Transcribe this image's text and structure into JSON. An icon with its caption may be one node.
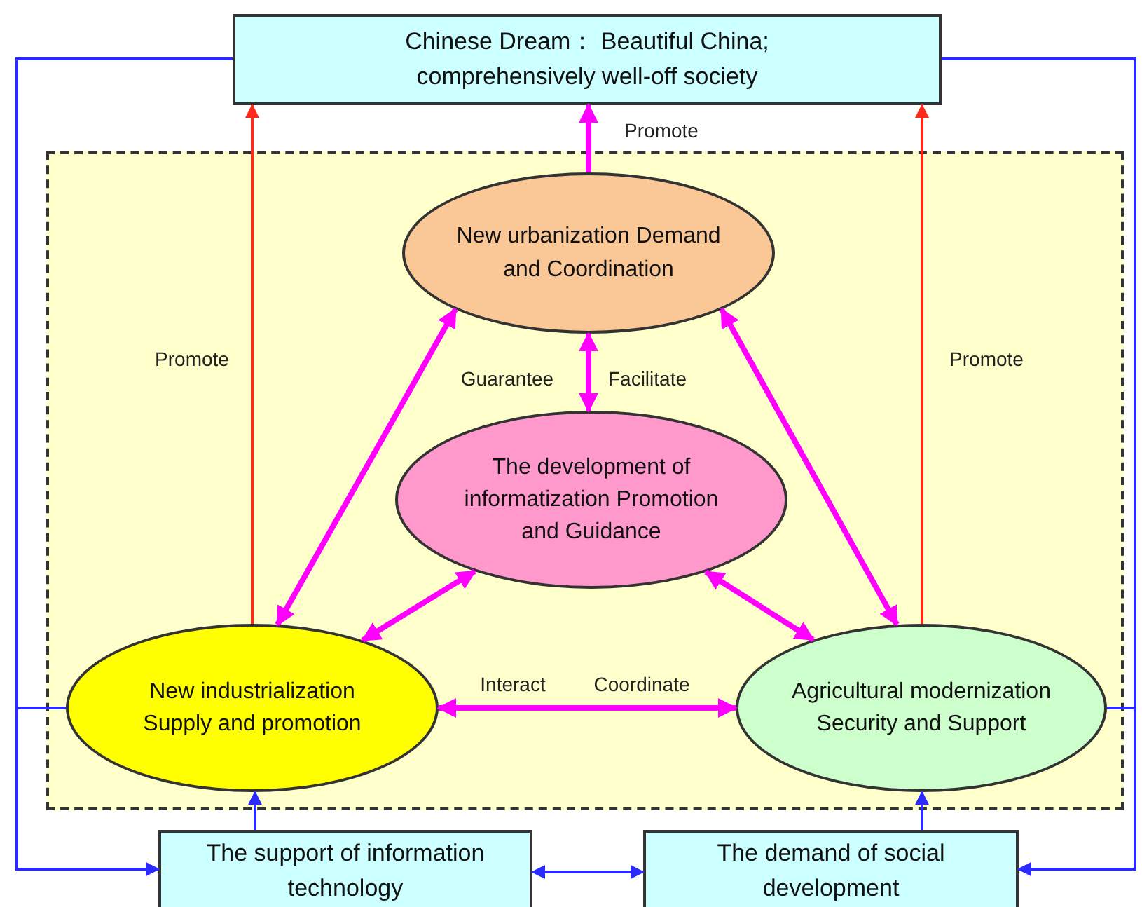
{
  "diagram": {
    "nodes": [
      {
        "text": [
          "Chinese Dream： Beautiful China; comprehensively well-off society"
        ]
      },
      {
        "text": [],
        "shape": "box"
      },
      {
        "text": [
          "New urbanization Demand and Coordination"
        ],
        "in": 1
      },
      {
        "text": [
          "The development of informatization Promotion and Guidance"
        ],
        "in": 1
      },
      {
        "text": [
          "New industrialization Supply and promotion"
        ],
        "in": 1
      },
      {
        "text": [
          "Agricultural modernization Security and Support"
        ],
        "in": 1
      },
      {
        "text": [
          "The support of information technology"
        ]
      },
      {
        "text": [
          "The demand of social development"
        ]
      }
    ],
    "edges": [
      {
        "from": 2,
        "to": 0,
        "arrow": "to",
        "label": "Promote",
        "style": "thick",
        "color": "#ff00ff"
      },
      {
        "from": 4,
        "to": 0,
        "arrow": "to",
        "label": "Promote",
        "color": "#ff2a1a"
      },
      {
        "from": 5,
        "to": 0,
        "arrow": "to",
        "label": "Promote",
        "color": "#ff2a1a"
      },
      {
        "from": 3,
        "to": 2,
        "arrow": "both",
        "style": "thick",
        "color": "#ff00ff"
      },
      {
        "from": 4,
        "to": 2,
        "arrow": "both",
        "style": "thick",
        "color": "#ff00ff"
      },
      {
        "from": 5,
        "to": 2,
        "arrow": "both",
        "style": "thick",
        "color": "#ff00ff"
      },
      {
        "from": 3,
        "to": 4,
        "arrow": "both",
        "style": "thick",
        "color": "#ff00ff"
      },
      {
        "from": 3,
        "to": 5,
        "arrow": "both",
        "style": "thick",
        "color": "#ff00ff"
      },
      {
        "from": 4,
        "to": 5,
        "arrow": "both",
        "style": "thick",
        "color": "#ff00ff"
      },
      {
        "from": 6,
        "to": 4,
        "arrow": "to",
        "color": "#2b2bff"
      },
      {
        "from": 7,
        "to": 5,
        "arrow": "to",
        "color": "#2b2bff"
      },
      {
        "from": 6,
        "to": 7,
        "arrow": "both",
        "color": "#2b2bff"
      },
      {
        "from": 0,
        "to": 6,
        "arrow": "to",
        "color": "#2b2bff"
      },
      {
        "from": 4,
        "to": 6,
        "arrow": "to",
        "color": "#2b2bff"
      },
      {
        "from": 0,
        "to": 7,
        "arrow": "to",
        "color": "#2b2bff"
      },
      {
        "from": 5,
        "to": 7,
        "arrow": "to",
        "color": "#2b2bff"
      }
    ],
    "labels": [
      "Guarantee",
      "Facilitate",
      "Interact",
      "Coordinate"
    ]
  }
}
